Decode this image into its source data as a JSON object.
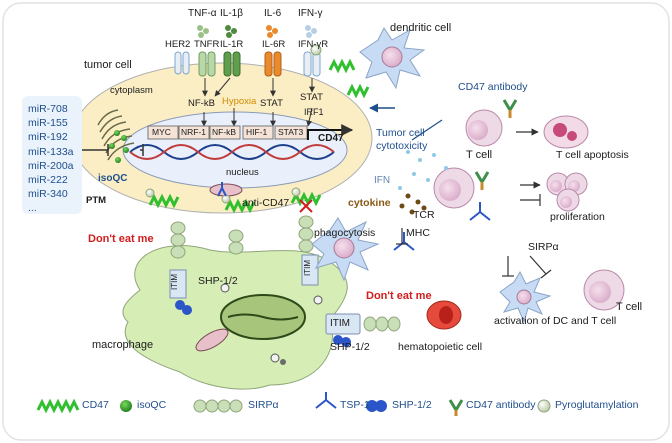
{
  "colors": {
    "cd47": "#2fbf2f",
    "sirpa": "#c9dfb8",
    "macrophage": "#d6edb6",
    "tumor_cell": "#fbeec5",
    "nucleus": "#e9f0fb",
    "tsp1": "#2b56c9",
    "red_text": "#d21d1d",
    "blue_text": "#1f4e8c"
  },
  "receptors": {
    "tnf_alpha": "TNF-α",
    "il1b": "IL-1β",
    "il6": "IL-6",
    "ifng": "IFN-γ",
    "her2": "HER2",
    "tnfr": "TNFR",
    "il1r": "IL-1R",
    "il6r": "IL-6R",
    "ifngr": "IFN-γR"
  },
  "signaling": {
    "nfkb": "NF-kB",
    "hypoxia": "Hypoxia",
    "stat_a": "STAT",
    "stat_b": "STAT",
    "irf1": "IRF1",
    "cytoplasm": "cytoplasm",
    "nucleus": "nucleus",
    "genes": [
      "MYC",
      "NRF-1",
      "NF-kB",
      "HIF-1",
      "STAT3"
    ],
    "cd47_gene": "CD47"
  },
  "cells": {
    "tumor_cell": "tumor cell",
    "dendritic_cell": "dendritic cell",
    "macrophage": "macrophage",
    "hematopoietic_cell": "hematopoietic cell",
    "t_cell_top": "T  cell",
    "t_cell_bottom": "T  cell"
  },
  "mirnas": [
    "miR-708",
    "miR-155",
    "miR-192",
    "miR-133a",
    "miR-200a",
    "miR-222",
    "miR-340",
    "..."
  ],
  "labels": {
    "isoqc": "isoQC",
    "ptm": "PTM",
    "dont_eat_me_1": "Don't eat me",
    "dont_eat_me_2": "Don't eat me",
    "anti_cd47": "anti-CD47",
    "phagocytosis": "phagocytosis",
    "shp_a": "SHP-1/2",
    "shp_b": "SHP-1/2",
    "itim_a": "ITIM",
    "itim_b": "ITIM",
    "itim_c": "ITIM",
    "cd47_antibody": "CD47 antibody",
    "t_cell_apoptosis": "T cell apoptosis",
    "tumor_cytotoxicity_1": "Tumor cell",
    "tumor_cytotoxicity_2": "cytotoxicity",
    "ifn": "IFN",
    "cytokine": "cytokine",
    "proliferation": "proliferation",
    "tcr": "TCR",
    "mhc": "MHC",
    "sirpa": "SIRPα",
    "activation": "activation of DC and T cell"
  },
  "legend": {
    "cd47": "CD47",
    "isoqc": "isoQC",
    "sirpa": "SIRPα",
    "tsp1": "TSP-1",
    "shp": "SHP-1/2",
    "cd47_antibody": "CD47 antibody",
    "pyroglu": "Pyroglutamylation"
  }
}
